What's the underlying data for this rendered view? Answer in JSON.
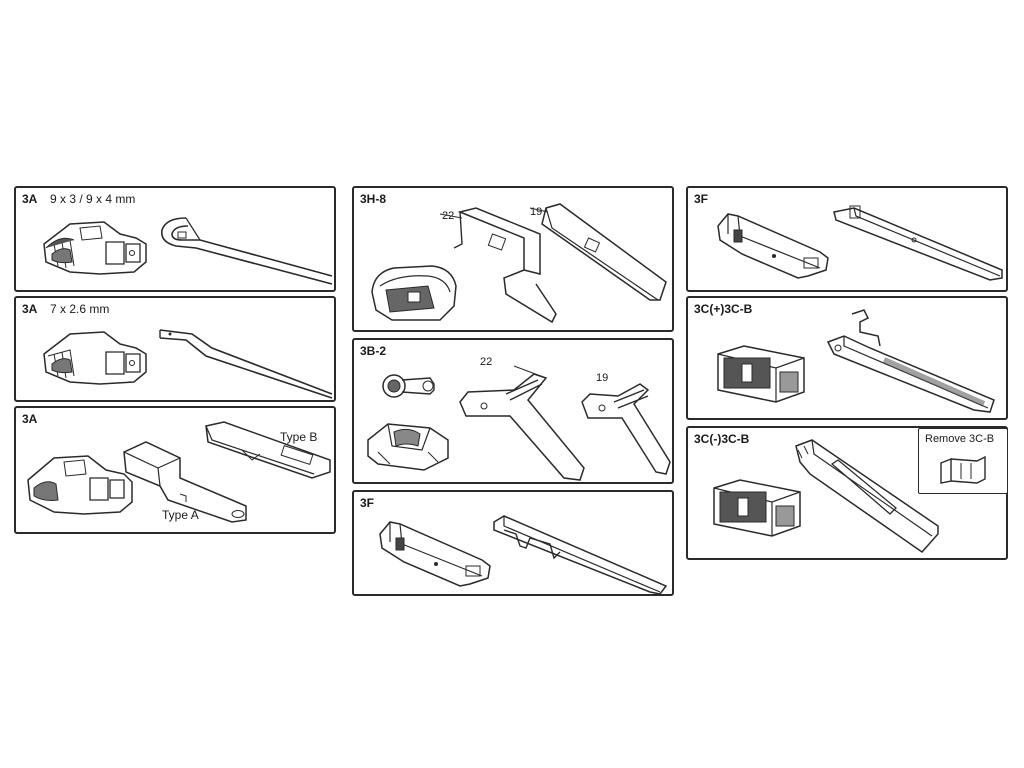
{
  "colors": {
    "line": "#2a2a2a",
    "background": "#ffffff"
  },
  "panels": {
    "p3a_9x3": {
      "title": "3A",
      "spec": "9 x 3 / 9 x 4 mm"
    },
    "p3a_7x26": {
      "title": "3A",
      "spec": "7 x 2.6 mm"
    },
    "p3a_types": {
      "title": "3A",
      "type_b_label": "Type B",
      "type_a_label": "Type A"
    },
    "p3h8": {
      "title": "3H-8",
      "size_22": "22",
      "size_19": "19"
    },
    "p3b2": {
      "title": "3B-2",
      "size_22": "22",
      "size_19": "19"
    },
    "p3f_mid": {
      "title": "3F"
    },
    "p3f_right": {
      "title": "3F"
    },
    "p3c_plus": {
      "title": "3C(+)3C-B"
    },
    "p3c_minus": {
      "title": "3C(-)3C-B",
      "remove_label": "Remove 3C-B"
    }
  },
  "icons": [
    "wiper-adapter-icon",
    "wiper-arm-icon",
    "j-hook-arm-icon",
    "side-pin-arm-icon",
    "pin-bolt-icon",
    "clip-adapter-icon",
    "top-lock-arm-icon",
    "push-button-arm-icon",
    "remove-clip-icon"
  ]
}
